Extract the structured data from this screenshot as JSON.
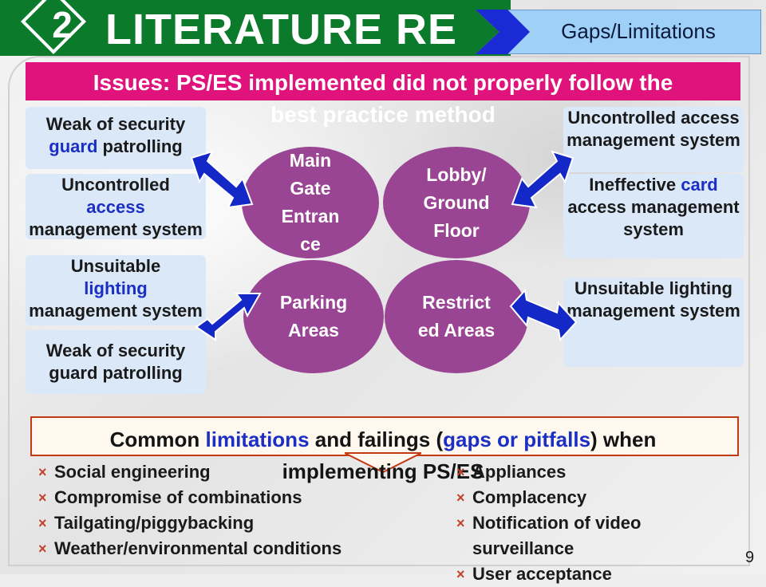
{
  "header": {
    "number": "2",
    "title": "LITERATURE RE",
    "tab_label": "Gaps/Limitations"
  },
  "issues": {
    "line1": "Issues: PS/ES implemented did not properly follow the",
    "line2": "best practice method"
  },
  "left_boxes": [
    {
      "pre": "Weak of security",
      "hl": "guard",
      "post": "patrolling"
    },
    {
      "pre": "Uncontrolled",
      "hl": "access",
      "post": "management system"
    },
    {
      "pre": "Unsuitable",
      "hl": "lighting",
      "post": "management system"
    },
    {
      "text": "Weak of security guard patrolling"
    }
  ],
  "right_boxes": [
    {
      "text": "Uncontrolled access management system"
    },
    {
      "pre": "Ineffective",
      "hl": "card",
      "post": "access management system"
    },
    {
      "text": "Unsuitable lighting management system"
    }
  ],
  "areas": {
    "main_gate": "Main Gate Entran ce",
    "lobby": "Lobby/ Ground Floor",
    "parking": "Parking Areas",
    "restricted": "Restrict ed Areas"
  },
  "common": {
    "t1": "Common ",
    "hl1": "limitations",
    "t2": " and failings (",
    "hl2": "gaps or pitfalls",
    "t3": ") when",
    "line2": "implementing PS/ES"
  },
  "list_left": [
    "Social engineering",
    "Compromise of combinations",
    "Tailgating/piggybacking",
    "Weather/environmental conditions"
  ],
  "list_right": [
    "Appliances",
    "Complacency",
    "Notification of video surveillance",
    "User acceptance"
  ],
  "bullet_symbol": "×",
  "page_number": "9",
  "colors": {
    "banner_green": "#0b7a2a",
    "issues_magenta": "#e0127b",
    "circle_purple": "#9a4593",
    "box_blue": "#dbe8f8",
    "arrow_blue": "#1428c8",
    "highlight_blue": "#1c2fc4"
  }
}
